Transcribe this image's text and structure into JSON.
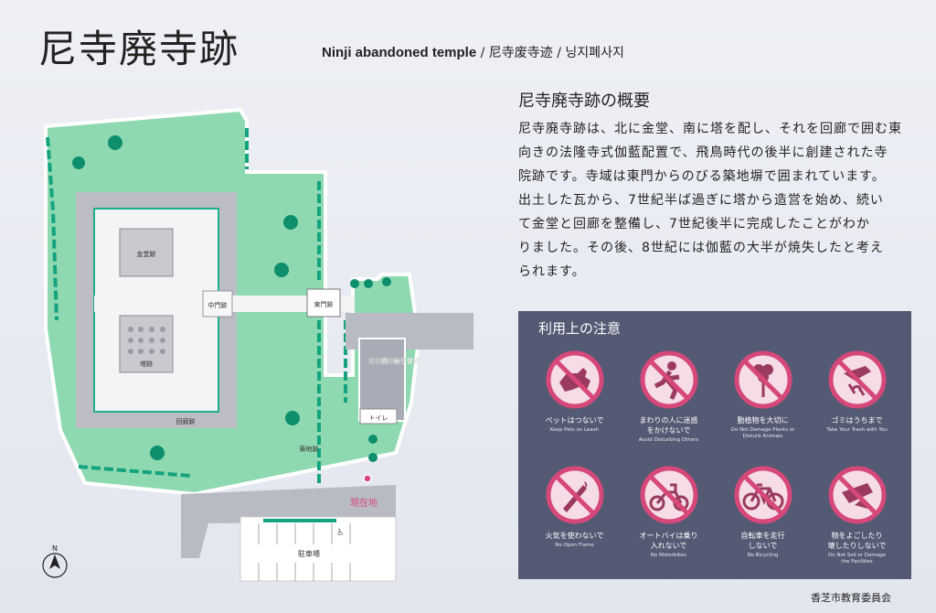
{
  "title": {
    "jp": "尼寺廃寺跡",
    "en": "Ninji abandoned temple",
    "sub": "/ 尼寺废寺迹 / 닝지폐사지"
  },
  "map": {
    "kondo": "金堂跡",
    "tower": "塔跡",
    "chumon": "中門跡",
    "higashimon": "東門跡",
    "kairo": "回廊跡",
    "tsuijibei": "築地跡",
    "museum": "尼寺廃寺跡学習館",
    "toilet": "トイレ",
    "here": "現在地",
    "parking": "駐車場",
    "north": "N"
  },
  "description": {
    "heading": "尼寺廃寺跡の概要",
    "lines": [
      "尼寺廃寺跡は、北に金堂、南に塔を配し、それを回廊で囲む東",
      "向きの法隆寺式伽藍配置で、飛鳥時代の後半に創建された寺",
      "院跡です。寺域は東門からのびる築地塀で囲まれています。",
      "出土した瓦から、7世紀半ば過ぎに塔から造営を始め、続い",
      "て金堂と回廊を整備し、7世紀後半に完成したことがわか",
      "りました。その後、8世紀には伽藍の大半が焼失したと考え",
      "られます。"
    ]
  },
  "notice": {
    "title": "利用上の注意",
    "items": [
      {
        "icon": "no-pets-icon",
        "jp": "ペットはつないで",
        "en": "Keep Pets on Leash"
      },
      {
        "icon": "no-disturbing-icon",
        "jp": "まわりの人に迷惑\nをかけないで",
        "en": "Avoid Disturbing Others"
      },
      {
        "icon": "no-plant-damage-icon",
        "jp": "動植物を大切に",
        "en": "Do Not Damage Plants or\nDisturb Animals"
      },
      {
        "icon": "no-litter-icon",
        "jp": "ゴミはうちまで",
        "en": "Take Your Trash with You"
      },
      {
        "icon": "no-fire-icon",
        "jp": "火気を使わないで",
        "en": "No Open Flame"
      },
      {
        "icon": "no-motorbike-icon",
        "jp": "オートバイは乗り\n入れないで",
        "en": "No Motorbikes"
      },
      {
        "icon": "no-bicycle-icon",
        "jp": "自転車を走行\nしないで",
        "en": "No Bicycling"
      },
      {
        "icon": "no-soiling-icon",
        "jp": "物をよごしたり\n壊したりしないで",
        "en": "Do Not Soil or Damage\nthe Facilities"
      }
    ]
  },
  "credit": "香芝市教育委員会",
  "colors": {
    "green": "#8fd9b1",
    "teal": "#14a37f",
    "gray": "#bcbcc4",
    "panel": "#545a73",
    "pink": "#d6487a"
  }
}
